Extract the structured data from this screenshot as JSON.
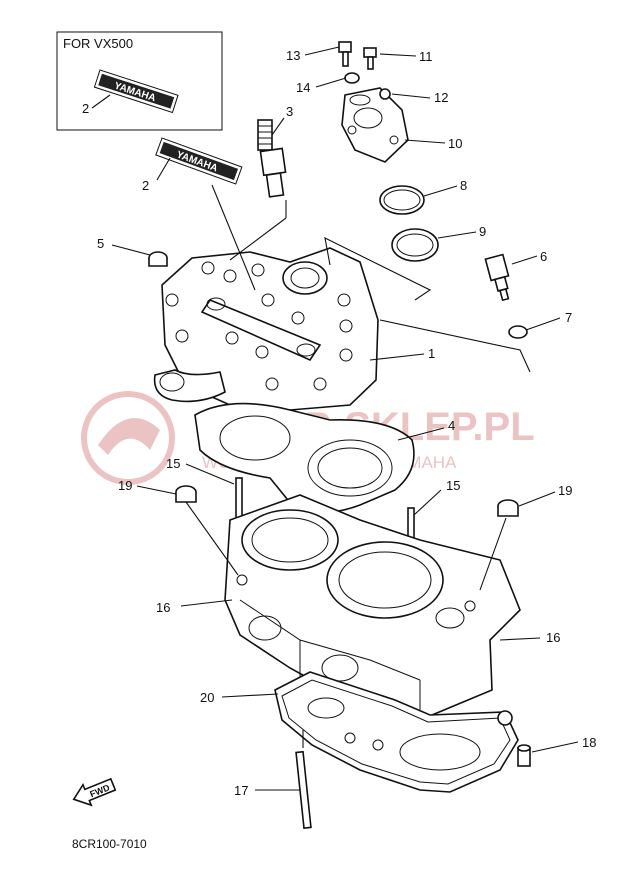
{
  "inset": {
    "title": "FOR VX500",
    "callout": "2"
  },
  "decal_text": "YAMAHA",
  "callouts": {
    "c1": "1",
    "c2": "2",
    "c3": "3",
    "c4": "4",
    "c5": "5",
    "c6": "6",
    "c7": "7",
    "c8": "8",
    "c9": "9",
    "c10": "10",
    "c11": "11",
    "c12": "12",
    "c13": "13",
    "c14": "14",
    "c15a": "15",
    "c15b": "15",
    "c16a": "16",
    "c16b": "16",
    "c17": "17",
    "c18": "18",
    "c19a": "19",
    "c19b": "19",
    "c20": "20"
  },
  "watermark": {
    "line1": "AMP-SKLEP.PL",
    "line2": "WOŁKOWICZ DEALER YAMAHA"
  },
  "fwd_label": "FWD",
  "diagram_code": "8CR100-7010",
  "colors": {
    "ink": "#111111",
    "watermark": "#e8b9b9"
  }
}
